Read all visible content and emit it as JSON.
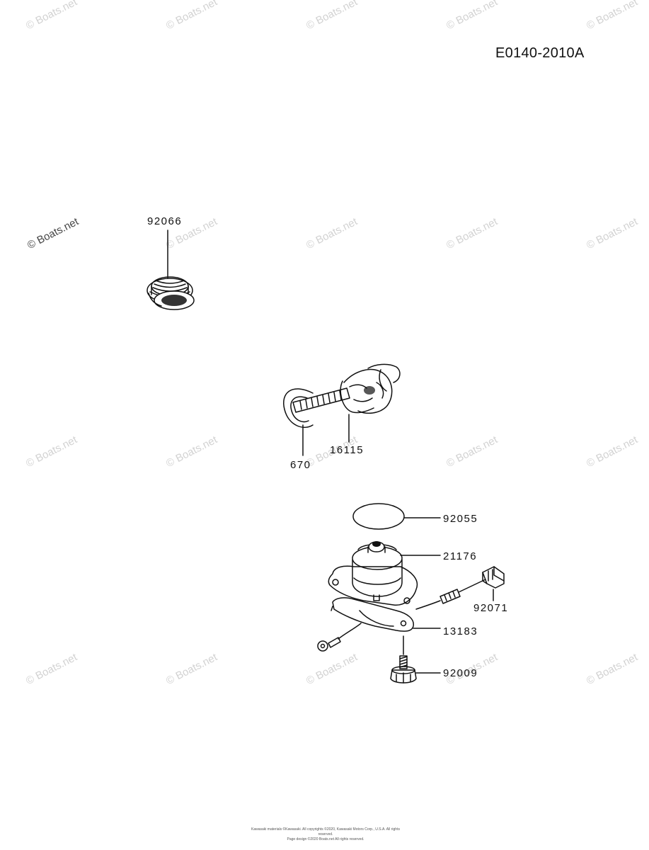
{
  "diagram_code": "E0140-2010A",
  "watermark_text": "© Boats.net",
  "parts": [
    {
      "number": "92066",
      "name_icon": "plug-icon"
    },
    {
      "number": "670",
      "name_icon": "washer-icon"
    },
    {
      "number": "16115",
      "name_icon": "drain-screw-icon"
    },
    {
      "number": "92055",
      "name_icon": "o-ring-icon"
    },
    {
      "number": "21176",
      "name_icon": "solenoid-icon"
    },
    {
      "number": "92071",
      "name_icon": "connector-cap-icon"
    },
    {
      "number": "13183",
      "name_icon": "bracket-plate-icon"
    },
    {
      "number": "92009",
      "name_icon": "bolt-icon"
    }
  ],
  "footer": {
    "line1": "Kawasaki materials ©Kawasaki. All copyrights ©2020, Kawasaki Motors Corp., U.S.A. All rights reserved.",
    "line2": "Page design ©2020 Boats.net All rights reserved."
  },
  "colors": {
    "ink": "#111111",
    "watermark": "#d2d2d2"
  }
}
